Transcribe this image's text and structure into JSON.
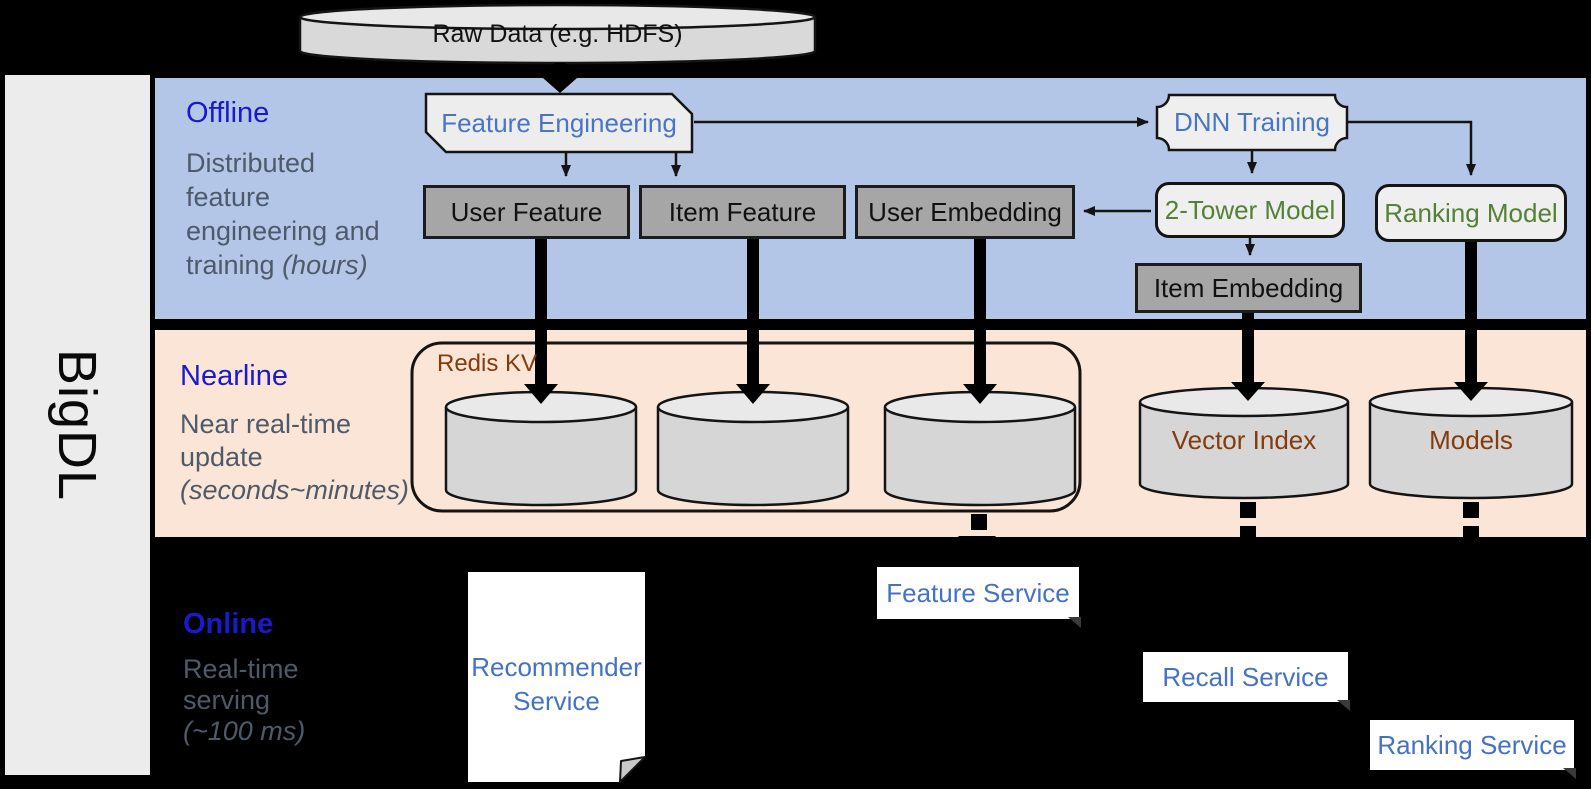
{
  "brand": "BigDL",
  "raw_data_label": "Raw Data (e.g. HDFS)",
  "sections": {
    "offline": {
      "title": "Offline",
      "desc": [
        "Distributed",
        "feature",
        "engineering and",
        "training "
      ],
      "desc_italic": "(hours)"
    },
    "nearline": {
      "title": "Nearline",
      "desc": [
        "Near real-time",
        "update"
      ],
      "desc_italic": "(seconds~minutes)"
    },
    "online": {
      "title": "Online",
      "desc": [
        "Real-time",
        "serving"
      ],
      "desc_italic": "(~100 ms)"
    }
  },
  "offline_nodes": {
    "feature_engineering": "Feature Engineering",
    "dnn_training": "DNN Training",
    "user_feature": "User Feature",
    "item_feature": "Item Feature",
    "user_embedding": "User Embedding",
    "two_tower_model": "2-Tower Model",
    "ranking_model": "Ranking Model",
    "item_embedding": "Item Embedding"
  },
  "nearline_nodes": {
    "redis_kv": "Redis KV",
    "vector_index": "Vector Index",
    "models": "Models"
  },
  "online_nodes": {
    "recommender_service": "Recommender Service",
    "feature_service": "Feature Service",
    "recall_service": "Recall Service",
    "ranking_service": "Ranking Service"
  },
  "colors": {
    "offline_band_bg": "#b4c6e7",
    "nearline_band_bg": "#fbe5d6",
    "background": "#000000",
    "sidebar_bg": "#ececec",
    "gray_node_bg": "#a6a6a6",
    "light_node_bg": "#efefef",
    "section_title_blue": "#1a1acd",
    "node_text_blue": "#4876c6",
    "node_text_green": "#538135",
    "storage_text_brown": "#843c0c",
    "desc_text_gray": "#4e5a6a"
  }
}
